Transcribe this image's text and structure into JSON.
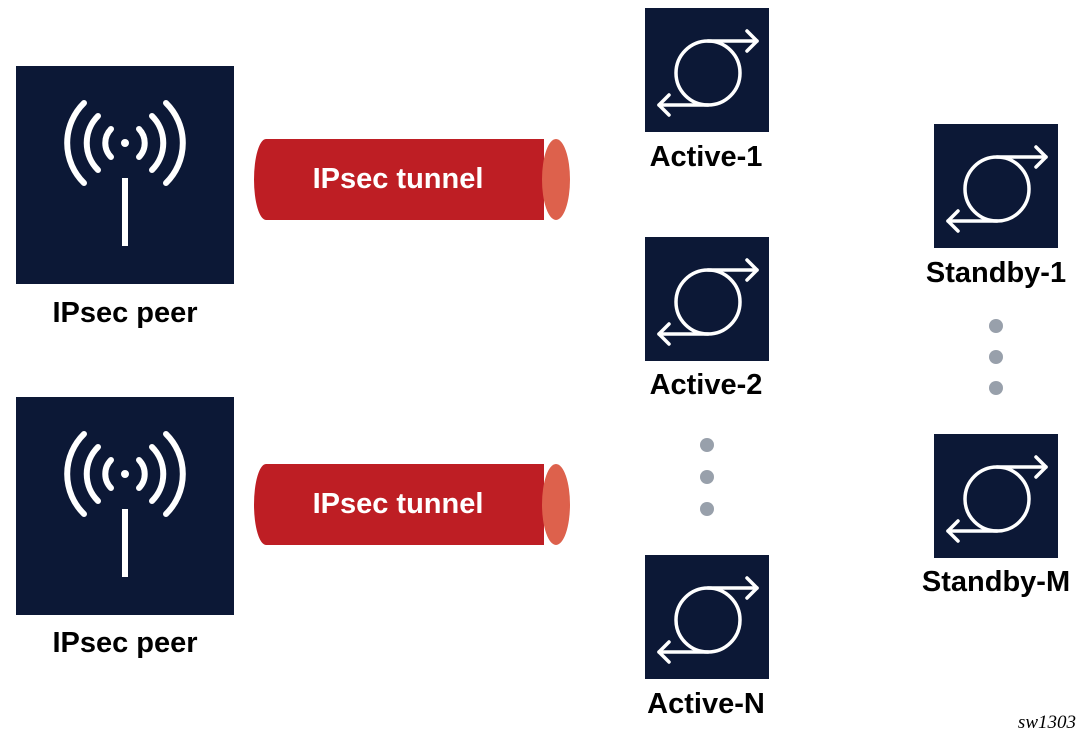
{
  "peers": [
    {
      "label": "IPsec peer"
    },
    {
      "label": "IPsec peer"
    }
  ],
  "tunnels": [
    {
      "label": "IPsec tunnel"
    },
    {
      "label": "IPsec tunnel"
    }
  ],
  "active": [
    {
      "label": "Active-1"
    },
    {
      "label": "Active-2"
    },
    {
      "label": "Active-N"
    }
  ],
  "standby": [
    {
      "label": "Standby-1"
    },
    {
      "label": "Standby-M"
    }
  ],
  "figure_id": "sw1303",
  "colors": {
    "box": "#0c1836",
    "tunnel": "#be1e24",
    "tunnel_end": "#dd614c",
    "dots": "#98a0ab"
  }
}
